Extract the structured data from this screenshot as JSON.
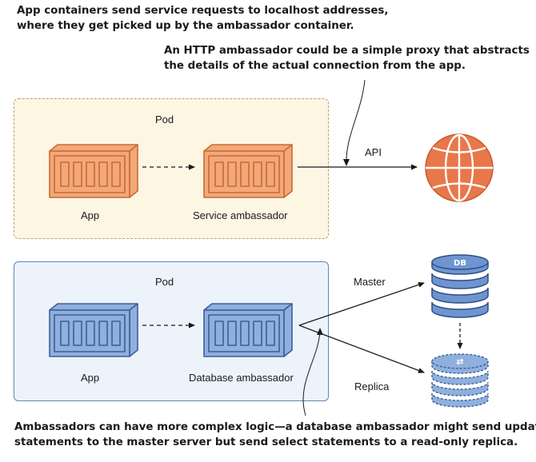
{
  "annotations": {
    "top_left": "App containers send service requests to localhost addresses,\nwhere they get picked up by the ambassador container.",
    "top_right": "An HTTP ambassador could be a simple proxy that abstracts\nthe details of the actual connection from the app.",
    "bottom": "Ambassadors can have more complex logic—a database ambassador might send update\nstatements to the master server but send select statements to a read-only replica."
  },
  "pods": [
    {
      "title": "Pod",
      "containers": [
        {
          "label": "App"
        },
        {
          "label": "Service ambassador"
        }
      ]
    },
    {
      "title": "Pod",
      "containers": [
        {
          "label": "App"
        },
        {
          "label": "Database ambassador"
        }
      ]
    }
  ],
  "connections": {
    "api": "API",
    "master": "Master",
    "replica": "Replica"
  },
  "icons": {
    "globe": "globe-icon",
    "master_db": "database-icon",
    "master_db_text": "DB",
    "replica_db": "database-replica-icon",
    "replica_db_text": "⇄"
  },
  "colors": {
    "pod1_bg": "#fdf6e3",
    "pod1_border": "#b8a06a",
    "pod2_bg": "#edf3fa",
    "pod2_border": "#5f86b8",
    "orange_fill": "#f2a87a",
    "orange_stroke": "#c96a32",
    "blue_fill": "#8fb0de",
    "blue_stroke": "#3c5f94"
  }
}
